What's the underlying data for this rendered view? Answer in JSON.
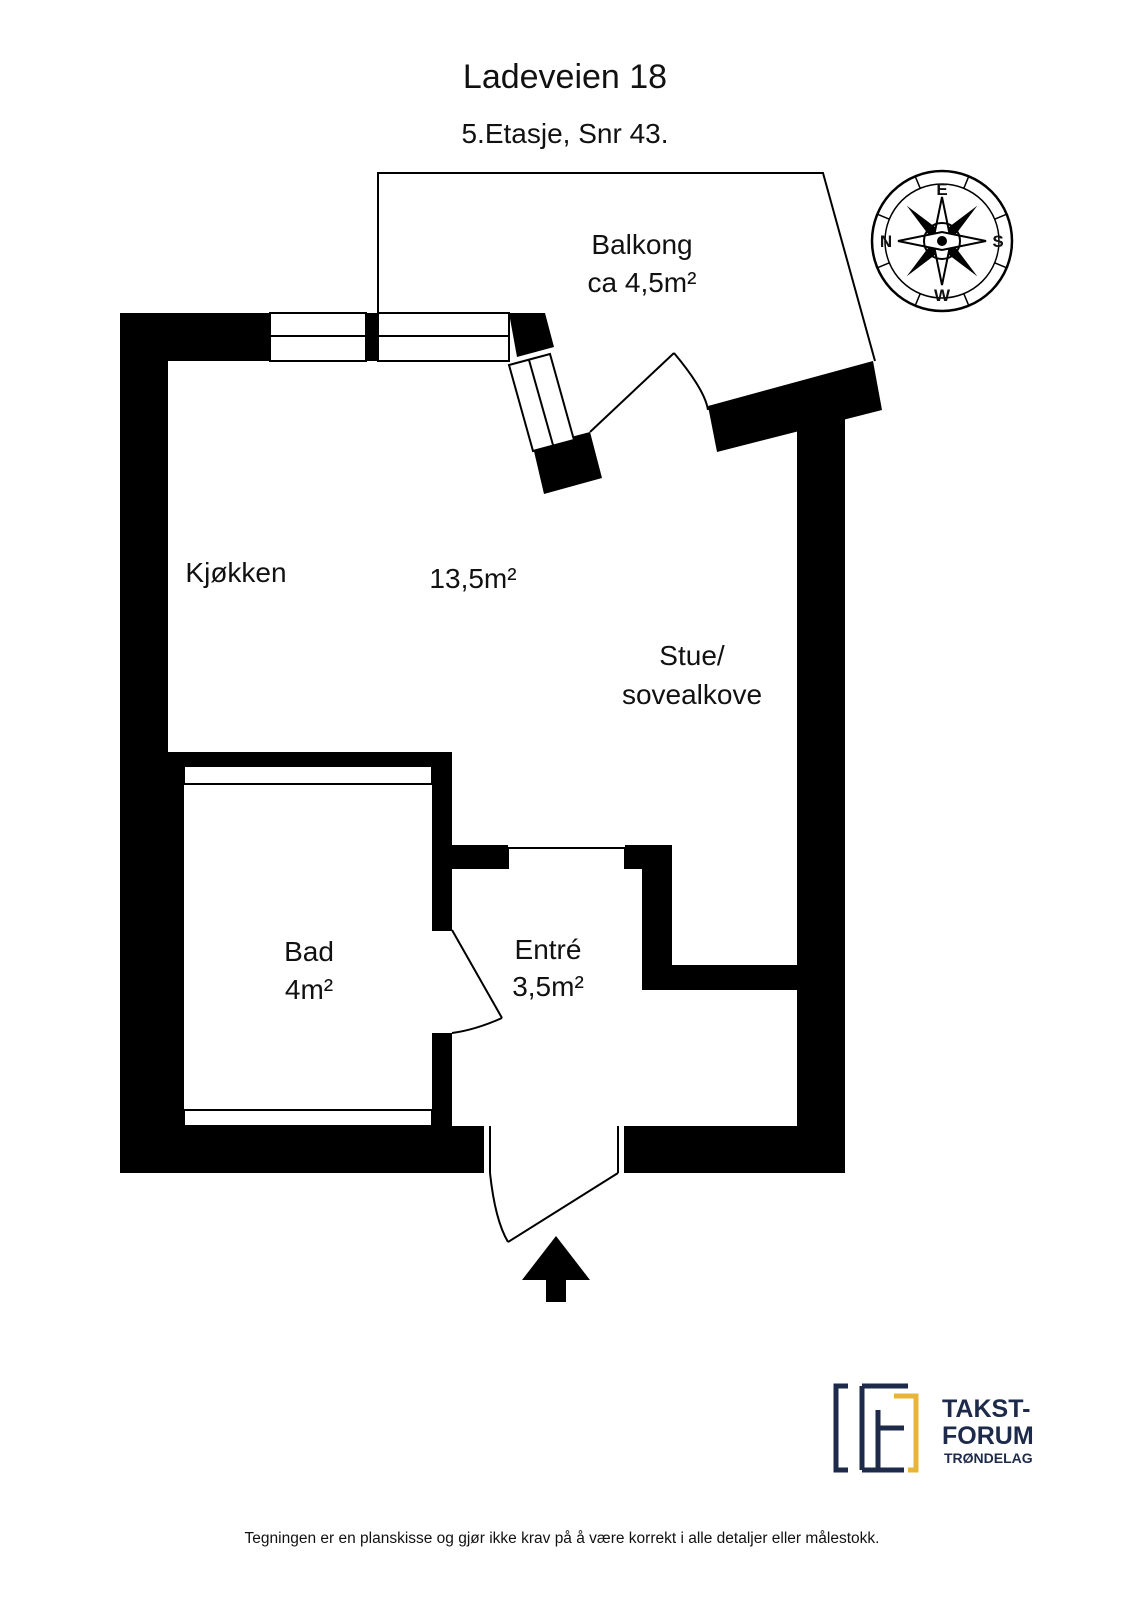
{
  "header": {
    "title": "Ladeveien 18",
    "subtitle": "5.Etasje, Snr 43."
  },
  "rooms": {
    "balcony": {
      "name": "Balkong",
      "area": "ca 4,5m²"
    },
    "kitchen": {
      "name": "Kjøkken"
    },
    "main_area": {
      "area": "13,5m²"
    },
    "living": {
      "name_line1": "Stue/",
      "name_line2": "sovealkove"
    },
    "bath": {
      "name": "Bad",
      "area": "4m²"
    },
    "entry": {
      "name": "Entré",
      "area": "3,5m²"
    }
  },
  "compass": {
    "north": "N",
    "east": "E",
    "south": "S",
    "west": "W"
  },
  "logo": {
    "line1": "TAKST-",
    "line2": "FORUM",
    "line3": "TRØNDELAG",
    "colors": {
      "navy": "#1d2a4a",
      "gold": "#e8b53a"
    }
  },
  "footer": {
    "disclaimer": "Tegningen er en planskisse og gjør ikke krav på å være korrekt i alle detaljer eller målestokk."
  }
}
